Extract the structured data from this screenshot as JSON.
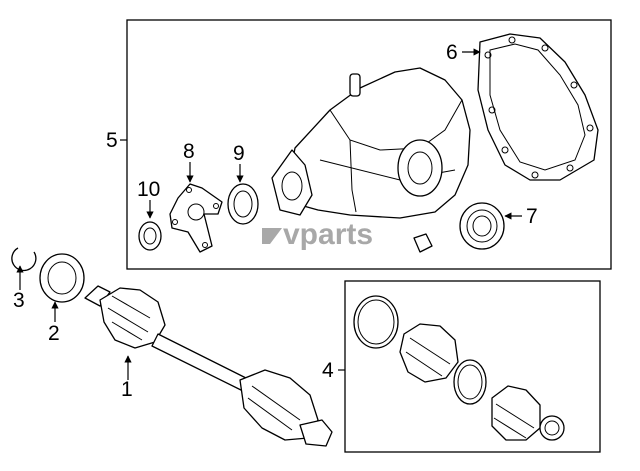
{
  "watermark": "vparts",
  "callouts": {
    "c1": "1",
    "c2": "2",
    "c3": "3",
    "c4": "4",
    "c5": "5",
    "c6": "6",
    "c7": "7",
    "c8": "8",
    "c9": "9",
    "c10": "10"
  }
}
